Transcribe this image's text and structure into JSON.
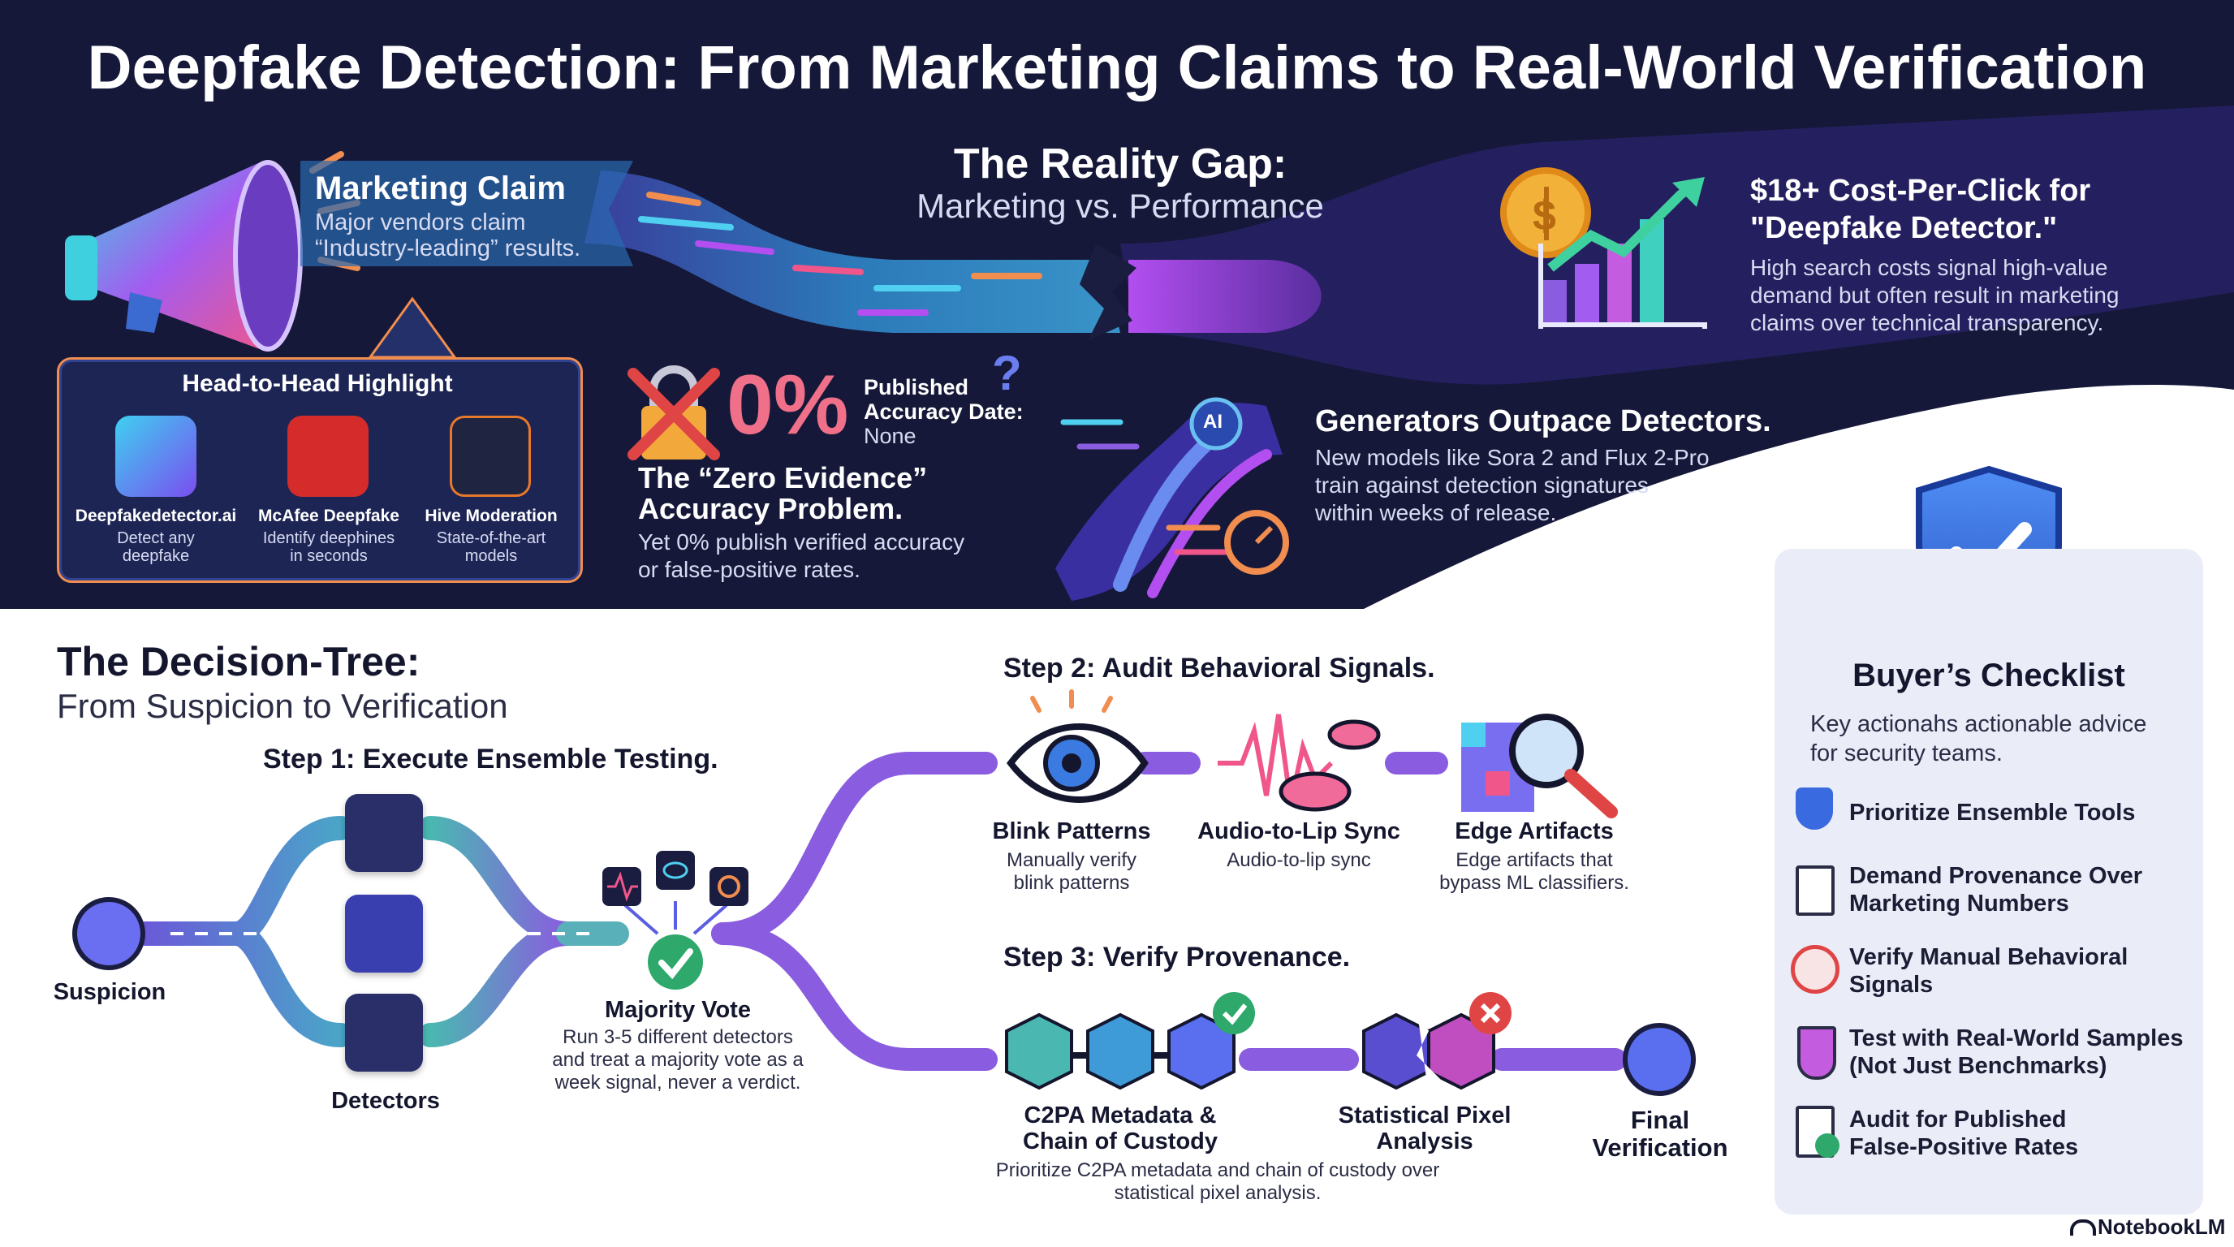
{
  "title": "Deepfake Detection: From Marketing Claims to Real-World Verification",
  "reality_gap": {
    "heading": "The Reality Gap:",
    "subheading": "Marketing vs. Performance"
  },
  "marketing_claim": {
    "heading": "Marketing Claim",
    "line1": "Major vendors claim",
    "line2": "“Industry-leading” results."
  },
  "head_to_head": {
    "heading": "Head-to-Head Highlight",
    "vendors": [
      {
        "name": "Deepfakedetector.ai",
        "line1": "Detect any",
        "line2": "deepfake",
        "color": "#3f8cf0"
      },
      {
        "name": "McAfee Deepfake",
        "line1": "Identify deephines",
        "line2": "in seconds",
        "color": "#d62b2b"
      },
      {
        "name": "Hive Moderation",
        "line1": "State-of-the-art",
        "line2": "models",
        "color": "#e8782c"
      }
    ]
  },
  "zero_evidence": {
    "big_value": "0%",
    "published_label1": "Published",
    "published_label2": "Accuracy Date:",
    "published_value": "None",
    "heading1": "The “Zero Evidence”",
    "heading2": "Accuracy Problem.",
    "line1": "Yet 0% publish verified accuracy",
    "line2": "or false-positive rates."
  },
  "cost": {
    "heading1": "$18+ Cost-Per-Click for",
    "heading2": "\"Deepfake Detector.\"",
    "line1": "High search costs signal high-value",
    "line2": "demand but often result in marketing",
    "line3": "claims over technical transparency.",
    "coin_symbol": "$"
  },
  "generators": {
    "badge": "AI",
    "heading": "Generators Outpace Detectors.",
    "line1": "New models like Sora 2 and Flux 2-Pro",
    "line2": "train against detection signatures",
    "line3": "within weeks of release."
  },
  "decision_tree": {
    "heading": "The Decision-Tree:",
    "subheading": "From Suspicion to Verification",
    "step1": "Step 1: Execute Ensemble Testing.",
    "step2": "Step 2: Audit Behavioral Signals.",
    "step3": "Step 3: Verify Provenance.",
    "suspicion": "Suspicion",
    "detectors": "Detectors",
    "majority_vote": {
      "label": "Majority Vote",
      "line1": "Run 3-5 different detectors",
      "line2": "and treat a majority vote as a",
      "line3": "week signal, never a verdict."
    },
    "behavioral": [
      {
        "label": "Blink Patterns",
        "line1": "Manually verify",
        "line2": "blink patterns"
      },
      {
        "label": "Audio-to-Lip Sync",
        "line1": "Audio-to-lip sync",
        "line2": ""
      },
      {
        "label": "Edge Artifacts",
        "line1": "Edge artifacts that",
        "line2": "bypass ML classifiers."
      }
    ],
    "provenance": [
      {
        "label1": "C2PA Metadata &",
        "label2": "Chain of Custody"
      },
      {
        "label1": "Statistical Pixel",
        "label2": "Analysis"
      }
    ],
    "provenance_note1": "Prioritize C2PA metadata and chain of custody over",
    "provenance_note2": "statistical pixel analysis.",
    "final1": "Final",
    "final2": "Verification"
  },
  "checklist": {
    "heading": "Buyer’s Checklist",
    "sub1": "Key actionahs actionable advice",
    "sub2": "for security teams.",
    "items": [
      {
        "line1": "Prioritize Ensemble Tools",
        "line2": ""
      },
      {
        "line1": "Demand Provenance Over",
        "line2": "Marketing Numbers"
      },
      {
        "line1": "Verify Manual Behavioral",
        "line2": "Signals"
      },
      {
        "line1": "Test with Real-World Samples",
        "line2": "(Not Just Benchmarks)"
      },
      {
        "line1": "Audit for Published",
        "line2": "False-Positive Rates"
      }
    ]
  },
  "footer": {
    "brand": "NotebookLM"
  },
  "colors": {
    "navy": "#151838",
    "purple": "#8a5ce0",
    "teal": "#4ab8b0",
    "orange": "#f08d4f",
    "green": "#2ea86b",
    "red": "#e04545"
  }
}
